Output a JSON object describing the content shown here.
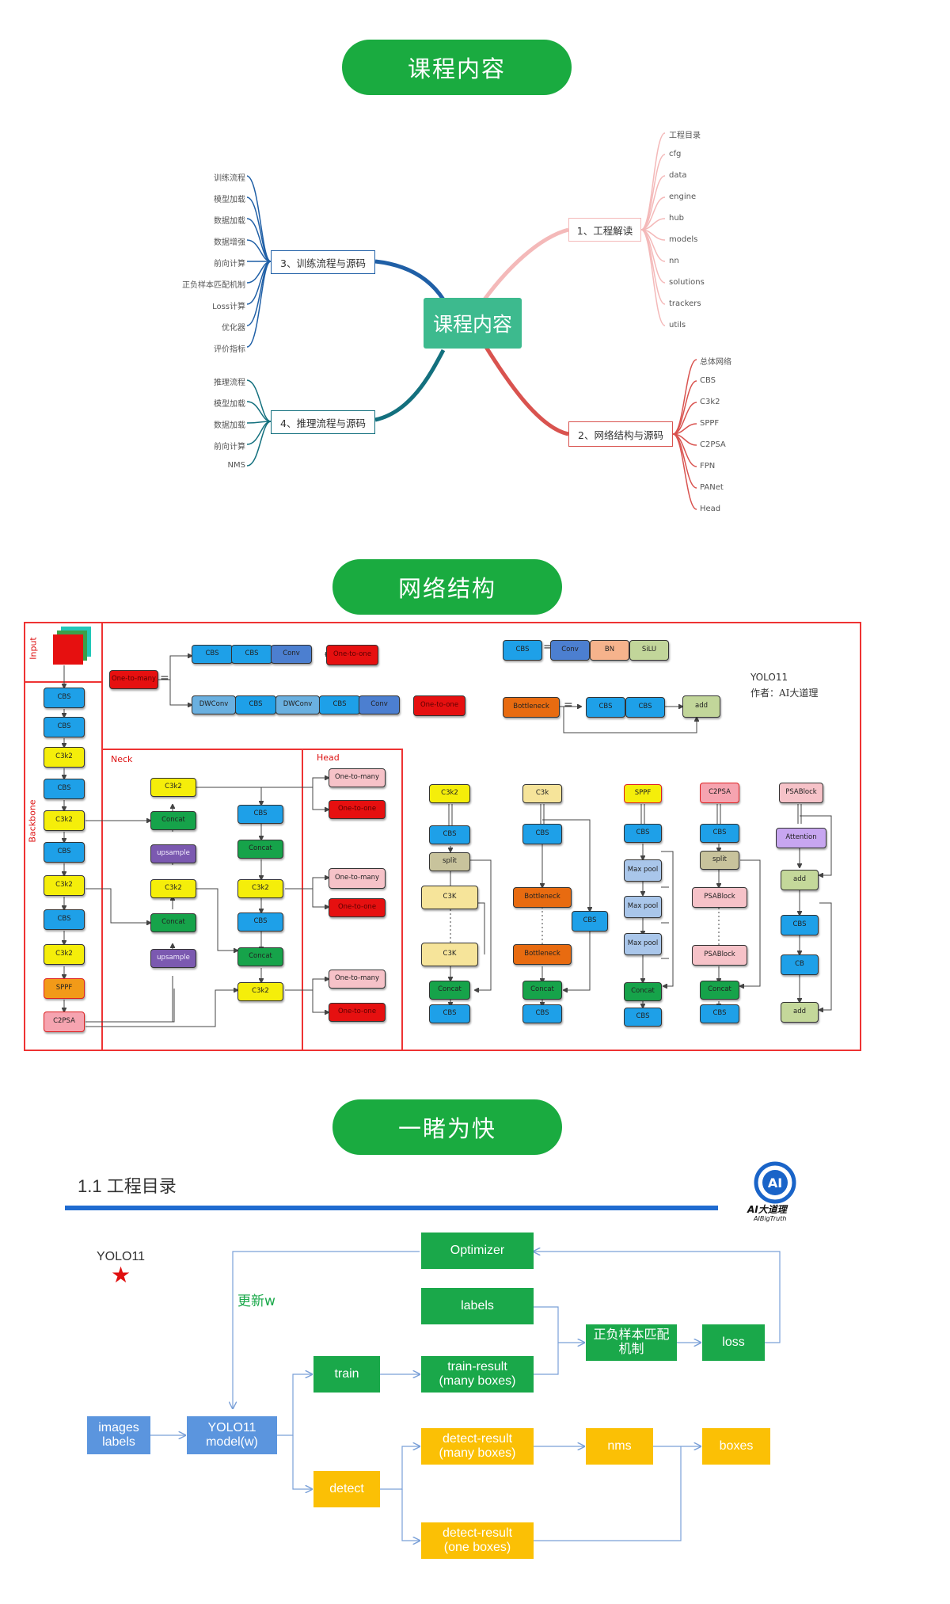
{
  "sections": {
    "s1_title": "课程内容",
    "s2_title": "网络结构",
    "s3_title": "一睹为快"
  },
  "mindmap": {
    "center": "课程内容",
    "branch1": {
      "label": "1、工程解读",
      "leaves": [
        "工程目录",
        "cfg",
        "data",
        "engine",
        "hub",
        "models",
        "nn",
        "solutions",
        "trackers",
        "utils"
      ]
    },
    "branch2": {
      "label": "2、网络结构与源码",
      "leaves": [
        "总体网络",
        "CBS",
        "C3k2",
        "SPPF",
        "C2PSA",
        "FPN",
        "PANet",
        "Head"
      ]
    },
    "branch3": {
      "label": "3、训练流程与源码",
      "leaves": [
        "训练流程",
        "模型加载",
        "数据加载",
        "数据增强",
        "前向计算",
        "正负样本匹配机制",
        "Loss计算",
        "优化器",
        "评价指标"
      ]
    },
    "branch4": {
      "label": "4、推理流程与源码",
      "leaves": [
        "推理流程",
        "模型加载",
        "数据加载",
        "前向计算",
        "NMS"
      ]
    }
  },
  "network": {
    "input_label": "Input",
    "backbone_label": "Backbone",
    "neck_label": "Neck",
    "head_label": "Head",
    "backbone": [
      "CBS",
      "CBS",
      "C3k2",
      "CBS",
      "C3k2",
      "CBS",
      "C3k2",
      "CBS",
      "C3k2",
      "SPPF",
      "C2PSA"
    ],
    "neck_left": [
      "C3k2",
      "Concat",
      "upsample",
      "C3k2",
      "Concat",
      "upsample"
    ],
    "neck_right": [
      "CBS",
      "Concat",
      "C3k2",
      "CBS",
      "Concat",
      "C3k2"
    ],
    "head": [
      "One-to-many",
      "One-to-one",
      "One-to-many",
      "One-to-one",
      "One-to-many",
      "One-to-one"
    ],
    "defs": {
      "one_to_many": "One-to-many",
      "one_to_one": "One-to-one",
      "row1": [
        "CBS",
        "CBS",
        "Conv"
      ],
      "row2": [
        "DWConv",
        "CBS",
        "DWConv",
        "CBS",
        "Conv"
      ],
      "eq": "=",
      "cbs_def": [
        "CBS",
        "Conv",
        "BN",
        "SiLU"
      ],
      "bottleneck": "Bottleneck",
      "bottleneck_parts": [
        "CBS",
        "CBS",
        "add"
      ]
    },
    "credit": {
      "line1": "YOLO11",
      "line2": "作者：AI大道理"
    },
    "modules": {
      "c3k2": [
        "C3k2",
        "CBS",
        "split",
        "C3K",
        "C3K",
        "Concat",
        "CBS"
      ],
      "c3k": [
        "C3k",
        "CBS",
        "Bottleneck",
        "Bottleneck",
        "Concat",
        "CBS",
        "CBS"
      ],
      "sppf": [
        "SPPF",
        "CBS",
        "Max pool",
        "Max pool",
        "Max pool",
        "Concat",
        "CBS"
      ],
      "c2psa": [
        "C2PSA",
        "CBS",
        "split",
        "PSABlock",
        "PSABlock",
        "Concat",
        "CBS"
      ],
      "psablock": [
        "PSABlock",
        "Attention",
        "add",
        "CBS",
        "CB",
        "add"
      ]
    }
  },
  "flow": {
    "heading": "1.1 工程目录",
    "logo_main": "AI大道理",
    "logo_sub": "AIBigTruth",
    "yolo_label": "YOLO11",
    "update_label": "更新w",
    "optimizer": "Optimizer",
    "labels": "labels",
    "match": "正负样本匹配机制",
    "loss": "loss",
    "train": "train",
    "train_result": "train-result\n(many boxes)",
    "images": "images\nlabels",
    "model": "YOLO11\nmodel(w)",
    "detect": "detect",
    "detect_many": "detect-result\n(many boxes)",
    "nms": "nms",
    "boxes": "boxes",
    "detect_one": "detect-result\n(one boxes)"
  },
  "colors": {
    "green": "#1aab40",
    "blue": "#5b95de",
    "yellow": "#fbc005",
    "red": "#e61010"
  }
}
